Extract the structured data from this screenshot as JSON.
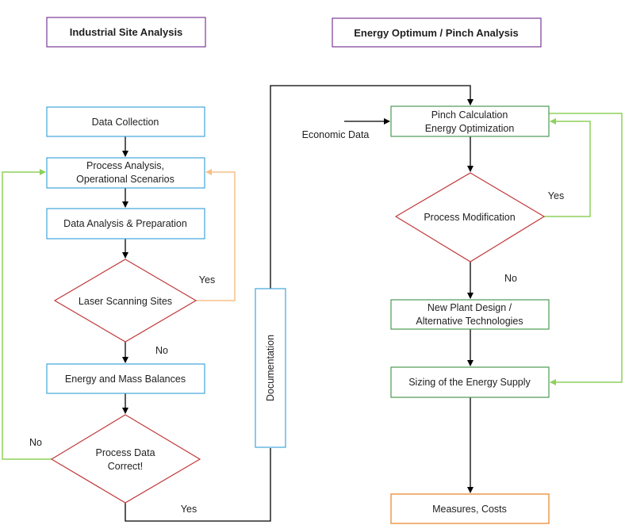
{
  "headers": {
    "left": "Industrial Site Analysis",
    "right": "Energy Optimum / Pinch Analysis"
  },
  "left_flow": {
    "data_collection": "Data Collection",
    "process_analysis": [
      "Process Analysis,",
      "Operational Scenarios"
    ],
    "data_analysis": "Data Analysis & Preparation",
    "laser_scanning": "Laser Scanning Sites",
    "energy_mass": "Energy and Mass Balances",
    "process_data_correct": [
      "Process Data",
      "Correct!"
    ]
  },
  "documentation": "Documentation",
  "right_flow": {
    "pinch_calc": [
      "Pinch Calculation",
      "Energy Optimization"
    ],
    "economic_data": "Economic Data",
    "process_modification": "Process Modification",
    "new_plant": [
      "New Plant Design /",
      "Alternative Technologies"
    ],
    "sizing": "Sizing of the Energy Supply",
    "measures": "Measures, Costs"
  },
  "edge_labels": {
    "laser_yes": "Yes",
    "laser_no": "No",
    "pdc_no": "No",
    "pdc_yes": "Yes",
    "pm_yes": "Yes",
    "pm_no": "No"
  },
  "colors": {
    "blue": "#41a5dc",
    "purple": "#7b3a96",
    "red": "#c0393b",
    "green": "#70ad47",
    "green_light": "#8fd05c",
    "orange": "#ee9a4f",
    "orange_light": "#f5c08a",
    "black": "#000000"
  }
}
